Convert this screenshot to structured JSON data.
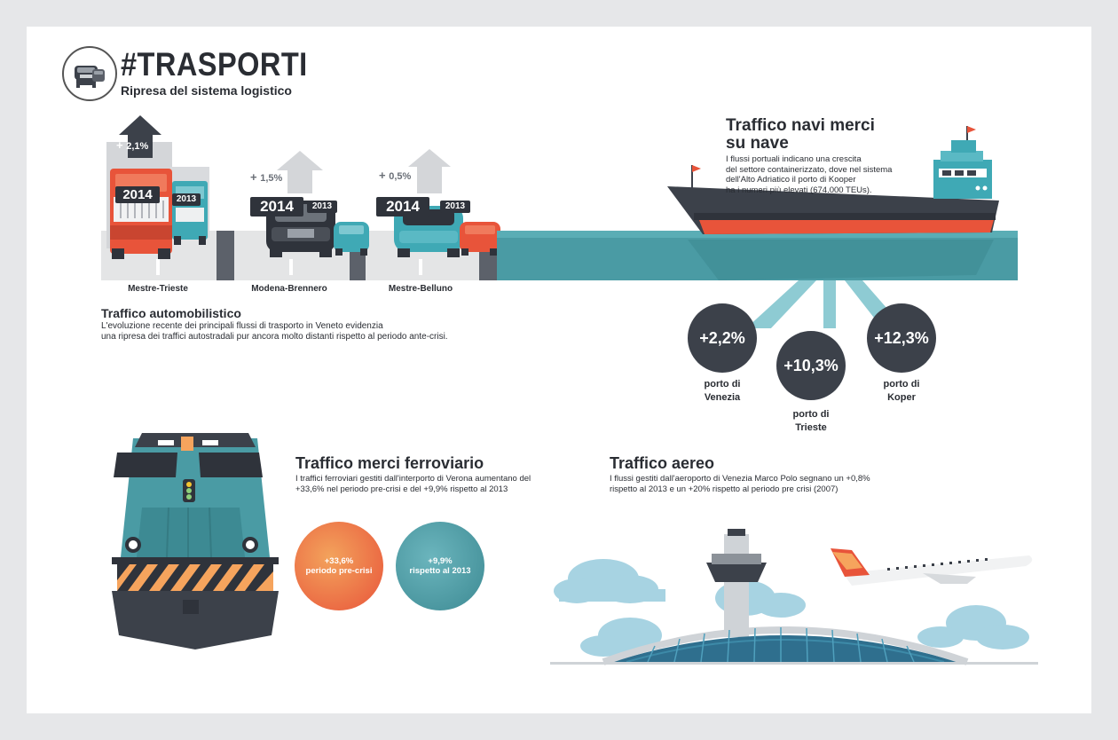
{
  "header": {
    "title": "#TRASPORTI",
    "subtitle": "Ripresa del sistema logistico",
    "icon": "car-icon"
  },
  "road_traffic": {
    "heading": "Traffico automobilistico",
    "description_line1": "L'evoluzione recente dei principali flussi di trasporto in Veneto evidenzia",
    "description_line2": "una ripresa dei traffici autostradali pur ancora molto distanti rispetto al periodo ante-crisi.",
    "routes": [
      {
        "name": "Mestre-Trieste",
        "change": "2,1%",
        "label_new": "2014",
        "label_old": "2013"
      },
      {
        "name": "Modena-Brennero",
        "change": "1,5%",
        "label_new": "2014",
        "label_old": "2013"
      },
      {
        "name": "Mestre-Belluno",
        "change": "0,5%",
        "label_new": "2014",
        "label_old": "2013"
      }
    ]
  },
  "ship_traffic": {
    "heading_line1": "Traffico navi merci",
    "heading_line2": "su nave",
    "description_line1": "I flussi portuali indicano una crescita",
    "description_line2": "del settore containerizzato, dove nel sistema",
    "description_line3": "dell'Alto Adriatico il porto di Kooper",
    "description_line4": "ha i numeri più elevati (674.000 TEUs).",
    "ports": [
      {
        "value": "+2,2%",
        "name_line1": "porto di",
        "name_line2": "Venezia"
      },
      {
        "value": "+10,3%",
        "name_line1": "porto di",
        "name_line2": "Trieste"
      },
      {
        "value": "+12,3%",
        "name_line1": "porto di",
        "name_line2": "Koper"
      }
    ]
  },
  "rail_traffic": {
    "heading": "Traffico merci ferroviario",
    "description_line1": "I traffici ferroviari gestiti dall'interporto di Verona aumentano del",
    "description_line2": "+33,6% nel periodo pre-crisi  e del +9,9% rispetto al 2013",
    "circles": [
      {
        "value": "+33,6%",
        "label": "periodo pre-crisi"
      },
      {
        "value": "+9,9%",
        "label": "rispetto al 2013"
      }
    ]
  },
  "air_traffic": {
    "heading": "Traffico aereo",
    "description_line1": "I flussi gestiti dall'aeroporto di Venezia Marco Polo segnano un +0,8%",
    "description_line2": "rispetto al 2013 e un +20% rispetto al periodo pre crisi (2007)"
  },
  "colors": {
    "dark": "#3c414a",
    "teal": "#4a9ba4",
    "orange": "#e8543a",
    "light_blue": "#9fd0df",
    "road_grey": "#e4e5e6"
  }
}
